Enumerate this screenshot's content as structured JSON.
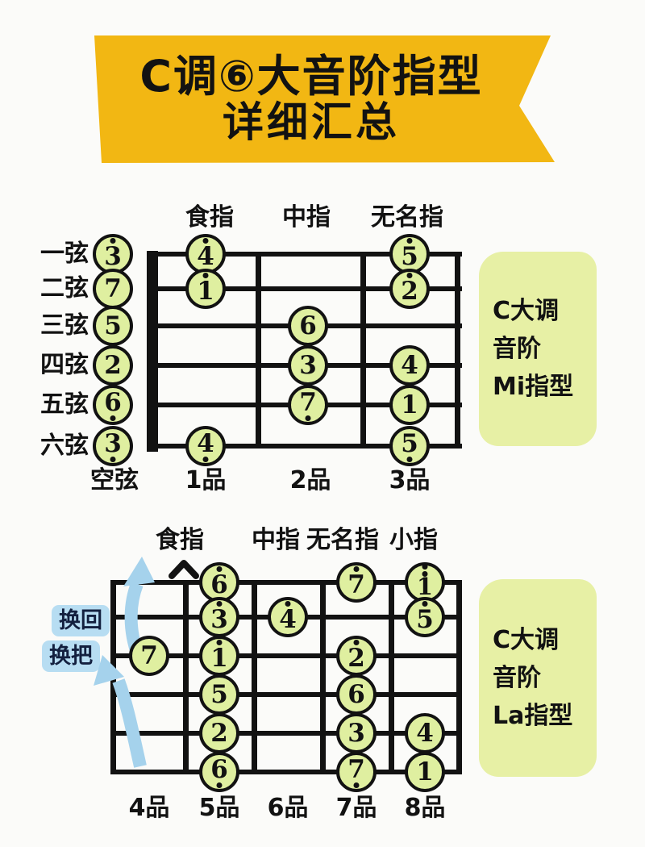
{
  "banner": {
    "line1": "C调⑥大音阶指型",
    "line2": "详细汇总"
  },
  "colors": {
    "banner_bg": "#f2b713",
    "ink": "#121212",
    "note_fill": "#dfefa0",
    "side_box_bg": "#e7f0a5",
    "badge_bg": "#b7ddf2",
    "badge_ink": "#13203f",
    "arrow": "#a5d2ec",
    "page_bg": "#fbfbf9"
  },
  "diagram1": {
    "finger_labels": [
      "食指",
      "中指",
      "无名指"
    ],
    "strings": [
      {
        "name": "一弦",
        "open": {
          "label": "3",
          "dots": 1
        }
      },
      {
        "name": "二弦",
        "open": {
          "label": "7",
          "dots": 0
        }
      },
      {
        "name": "三弦",
        "open": {
          "label": "5",
          "dots": 0
        }
      },
      {
        "name": "四弦",
        "open": {
          "label": "2",
          "dots": 0
        }
      },
      {
        "name": "五弦",
        "open": {
          "label": "6",
          "dots": -1
        }
      },
      {
        "name": "六弦",
        "open": {
          "label": "3",
          "dots": -1
        }
      }
    ],
    "fret_labels": [
      "空弦",
      "1品",
      "2品",
      "3品"
    ],
    "notes": [
      {
        "string": 1,
        "fret": 1,
        "label": "4",
        "dots": 1
      },
      {
        "string": 1,
        "fret": 3,
        "label": "5",
        "dots": 1
      },
      {
        "string": 2,
        "fret": 1,
        "label": "1",
        "dots": 1
      },
      {
        "string": 2,
        "fret": 3,
        "label": "2",
        "dots": 1
      },
      {
        "string": 3,
        "fret": 2,
        "label": "6",
        "dots": 0
      },
      {
        "string": 4,
        "fret": 2,
        "label": "3",
        "dots": 0
      },
      {
        "string": 4,
        "fret": 3,
        "label": "4",
        "dots": 0
      },
      {
        "string": 5,
        "fret": 2,
        "label": "7",
        "dots": -1
      },
      {
        "string": 5,
        "fret": 3,
        "label": "1",
        "dots": 0
      },
      {
        "string": 6,
        "fret": 1,
        "label": "4",
        "dots": -1
      },
      {
        "string": 6,
        "fret": 3,
        "label": "5",
        "dots": -1
      }
    ],
    "side_label": {
      "l1": "C大调",
      "l2": "音阶",
      "l3": "Mi指型"
    }
  },
  "diagram2": {
    "finger_labels": [
      "食指",
      "中指",
      "无名指",
      "小指"
    ],
    "fret_labels": [
      "4品",
      "5品",
      "6品",
      "7品",
      "8品"
    ],
    "annotations": {
      "top": "换回",
      "bottom": "换把"
    },
    "notes": [
      {
        "string": 1,
        "fret": 2,
        "label": "6",
        "dots": 1
      },
      {
        "string": 1,
        "fret": 4,
        "label": "7",
        "dots": 1
      },
      {
        "string": 1,
        "fret": 5,
        "label": "1",
        "dots": 2
      },
      {
        "string": 2,
        "fret": 2,
        "label": "3",
        "dots": 1
      },
      {
        "string": 2,
        "fret": 3,
        "label": "4",
        "dots": 1
      },
      {
        "string": 2,
        "fret": 5,
        "label": "5",
        "dots": 1
      },
      {
        "string": 3,
        "fret": 1,
        "label": "7",
        "dots": 0
      },
      {
        "string": 3,
        "fret": 2,
        "label": "1",
        "dots": 1
      },
      {
        "string": 3,
        "fret": 4,
        "label": "2",
        "dots": 1
      },
      {
        "string": 4,
        "fret": 2,
        "label": "5",
        "dots": 0
      },
      {
        "string": 4,
        "fret": 4,
        "label": "6",
        "dots": 0
      },
      {
        "string": 5,
        "fret": 2,
        "label": "2",
        "dots": 0
      },
      {
        "string": 5,
        "fret": 4,
        "label": "3",
        "dots": 0
      },
      {
        "string": 5,
        "fret": 5,
        "label": "4",
        "dots": 0
      },
      {
        "string": 6,
        "fret": 2,
        "label": "6",
        "dots": -1
      },
      {
        "string": 6,
        "fret": 4,
        "label": "7",
        "dots": -1
      },
      {
        "string": 6,
        "fret": 5,
        "label": "1",
        "dots": 0
      }
    ],
    "side_label": {
      "l1": "C大调",
      "l2": "音阶",
      "l3": "La指型"
    }
  }
}
